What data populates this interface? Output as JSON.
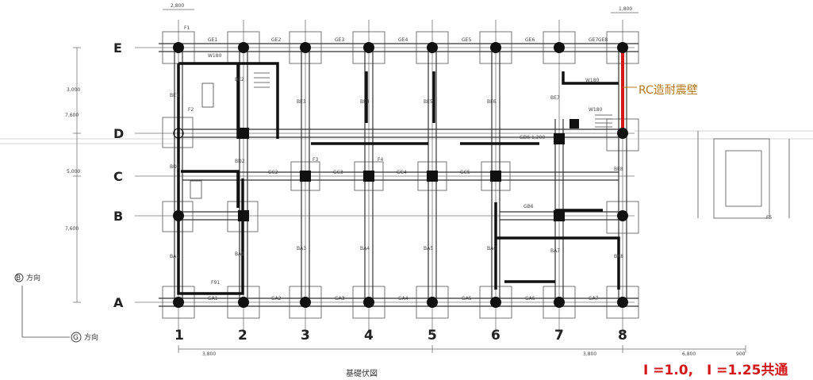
{
  "grid_rows": [
    "E",
    "D",
    "C",
    "B",
    "A"
  ],
  "grid_columns": [
    "1",
    "2",
    "3",
    "4",
    "5",
    "6",
    "7",
    "8"
  ],
  "drawing_title": "基礎伏図",
  "callout_label": "RC造耐震壁",
  "importance_note": "I =1.0,　I =1.25共通",
  "direction_labels": {
    "y": "方向",
    "x": "方向"
  },
  "direction_marks": {
    "y": "B",
    "x": "G"
  },
  "beam_labels": {
    "top": [
      "GE1",
      "GE2",
      "GE3",
      "GE4",
      "GE5",
      "GE6",
      "GE7",
      "GE8"
    ],
    "bottom": [
      "GA1",
      "GA2",
      "GA3",
      "GA4",
      "GA5",
      "GA6",
      "GA7"
    ],
    "middle": [
      "GC2",
      "GC3",
      "GC4",
      "GC5",
      "GB6",
      "GD6 1,200"
    ],
    "vertical": [
      "BE1",
      "BE2",
      "BE3",
      "BE4",
      "BE5",
      "BE6",
      "BE7",
      "BE8",
      "BA1",
      "BA2",
      "BA3",
      "BA4",
      "BA5",
      "BA6",
      "BA7",
      "BA8",
      "BD1",
      "BD2"
    ]
  },
  "dimensions": {
    "bottom": [
      "3,800",
      "3,800",
      "6,800",
      "900"
    ],
    "left": [
      "7,600",
      "3,000",
      "7,600",
      "5,000"
    ],
    "top": [
      "2,800",
      "1,800"
    ]
  },
  "wall_labels": [
    "W180",
    "W180",
    "W180"
  ],
  "foundation_labels": [
    "F1",
    "F2",
    "F3",
    "F4",
    "F5",
    "F91"
  ],
  "colors": {
    "callout": "#b5771a",
    "importance": "#d21919",
    "shear_wall": "#d21919",
    "lines": "#222222"
  }
}
